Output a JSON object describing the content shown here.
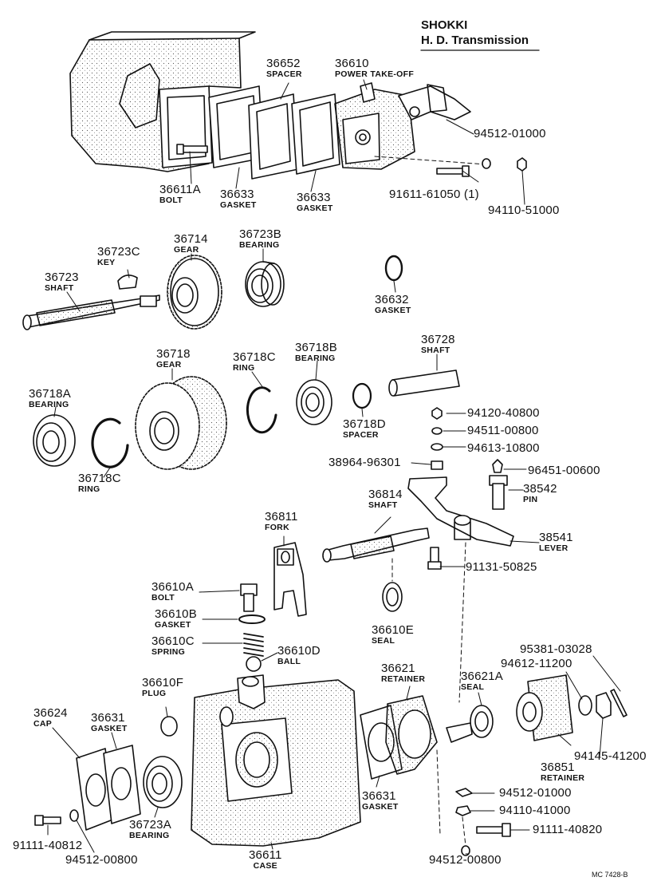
{
  "header": {
    "line1": "SHOKKI",
    "line2": "H. D. Transmission"
  },
  "footer": "MC 7428-B",
  "parts": {
    "p36652": {
      "number": "36652",
      "name": "SPACER"
    },
    "p36610": {
      "number": "36610",
      "name": "POWER TAKE-OFF"
    },
    "p94512_01000_a": {
      "number": "94512-01000"
    },
    "p36611A": {
      "number": "36611A",
      "name": "BOLT"
    },
    "p36633_a": {
      "number": "36633",
      "name": "GASKET"
    },
    "p36633_b": {
      "number": "36633",
      "name": "GASKET"
    },
    "p91611_61050": {
      "number": "91611-61050 (1)"
    },
    "p94110_51000": {
      "number": "94110-51000"
    },
    "p36723C": {
      "number": "36723C",
      "name": "KEY"
    },
    "p36714": {
      "number": "36714",
      "name": "GEAR"
    },
    "p36723B": {
      "number": "36723B",
      "name": "BEARING"
    },
    "p36723": {
      "number": "36723",
      "name": "SHAFT"
    },
    "p36632": {
      "number": "36632",
      "name": "GASKET"
    },
    "p36718": {
      "number": "36718",
      "name": "GEAR"
    },
    "p36718C_a": {
      "number": "36718C",
      "name": "RING"
    },
    "p36718B": {
      "number": "36718B",
      "name": "BEARING"
    },
    "p36728": {
      "number": "36728",
      "name": "SHAFT"
    },
    "p36718A": {
      "number": "36718A",
      "name": "BEARING"
    },
    "p36718D": {
      "number": "36718D",
      "name": "SPACER"
    },
    "p36718C_b": {
      "number": "36718C",
      "name": "RING"
    },
    "p94120_40800": {
      "number": "94120-40800"
    },
    "p94511_00800": {
      "number": "94511-00800"
    },
    "p94613_10800": {
      "number": "94613-10800"
    },
    "p38964_96301": {
      "number": "38964-96301"
    },
    "p96451_00600": {
      "number": "96451-00600"
    },
    "p38542": {
      "number": "38542",
      "name": "PIN"
    },
    "p36814": {
      "number": "36814",
      "name": "SHAFT"
    },
    "p36811": {
      "number": "36811",
      "name": "FORK"
    },
    "p38541": {
      "number": "38541",
      "name": "LEVER"
    },
    "p91131_50825": {
      "number": "91131-50825"
    },
    "p36610A": {
      "number": "36610A",
      "name": "BOLT"
    },
    "p36610B": {
      "number": "36610B",
      "name": "GASKET"
    },
    "p36610E": {
      "number": "36610E",
      "name": "SEAL"
    },
    "p36610C": {
      "number": "36610C",
      "name": "SPRING"
    },
    "p36610D": {
      "number": "36610D",
      "name": "BALL"
    },
    "p95381_03028": {
      "number": "95381-03028"
    },
    "p94612_11200": {
      "number": "94612-11200"
    },
    "p36621": {
      "number": "36621",
      "name": "RETAINER"
    },
    "p36621A": {
      "number": "36621A",
      "name": "SEAL"
    },
    "p36610F": {
      "number": "36610F",
      "name": "PLUG"
    },
    "p36624": {
      "number": "36624",
      "name": "CAP"
    },
    "p36631_a": {
      "number": "36631",
      "name": "GASKET"
    },
    "p94145_41200": {
      "number": "94145-41200"
    },
    "p36851": {
      "number": "36851",
      "name": "RETAINER"
    },
    "p36631_b": {
      "number": "36631",
      "name": "GASKET"
    },
    "p94512_01000_b": {
      "number": "94512-01000"
    },
    "p94110_41000": {
      "number": "94110-41000"
    },
    "p91111_40820": {
      "number": "91111-40820"
    },
    "p36723A": {
      "number": "36723A",
      "name": "BEARING"
    },
    "p91111_40812": {
      "number": "91111-40812"
    },
    "p94512_00800_a": {
      "number": "94512-00800"
    },
    "p36611": {
      "number": "36611",
      "name": "CASE"
    },
    "p94512_00800_b": {
      "number": "94512-00800"
    }
  }
}
